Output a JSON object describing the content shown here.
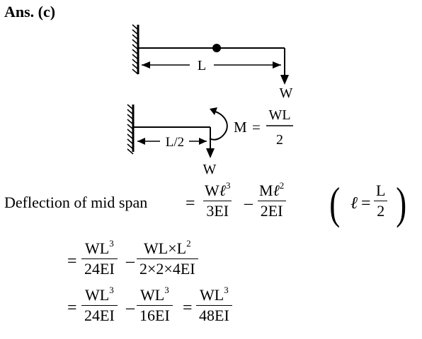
{
  "answer_label": "Ans. (c)",
  "figure1": {
    "length_label": "L",
    "load_label": "W"
  },
  "figure2": {
    "length_label": "L/2",
    "load_label": "W",
    "moment_symbol": "M",
    "moment_equals": "=",
    "moment_num": "WL",
    "moment_den": "2"
  },
  "line1": {
    "label": "Deflection of mid span",
    "equals": "=",
    "term1_num_base": "W",
    "term1_num_var": "ℓ",
    "term1_num_exp": "3",
    "term1_den": "3EI",
    "minus": "–",
    "term2_num_base": "M",
    "term2_num_var": "ℓ",
    "term2_num_exp": "2",
    "term2_den": "2EI",
    "cond_var": "ℓ",
    "cond_eq": "=",
    "cond_num": "L",
    "cond_den": "2"
  },
  "line2": {
    "equals": "=",
    "term1_num": "WL",
    "term1_exp": "3",
    "term1_den": "24EI",
    "minus": "–",
    "term2_num": "WL×L",
    "term2_exp": "2",
    "term2_den": "2×2×4EI"
  },
  "line3": {
    "equals": "=",
    "term1_num": "WL",
    "term1_exp": "3",
    "term1_den": "24EI",
    "minus": "–",
    "term2_num": "WL",
    "term2_exp": "3",
    "term2_den": "16EI",
    "equals2": "=",
    "term3_num": "WL",
    "term3_exp": "3",
    "term3_den": "48EI"
  }
}
